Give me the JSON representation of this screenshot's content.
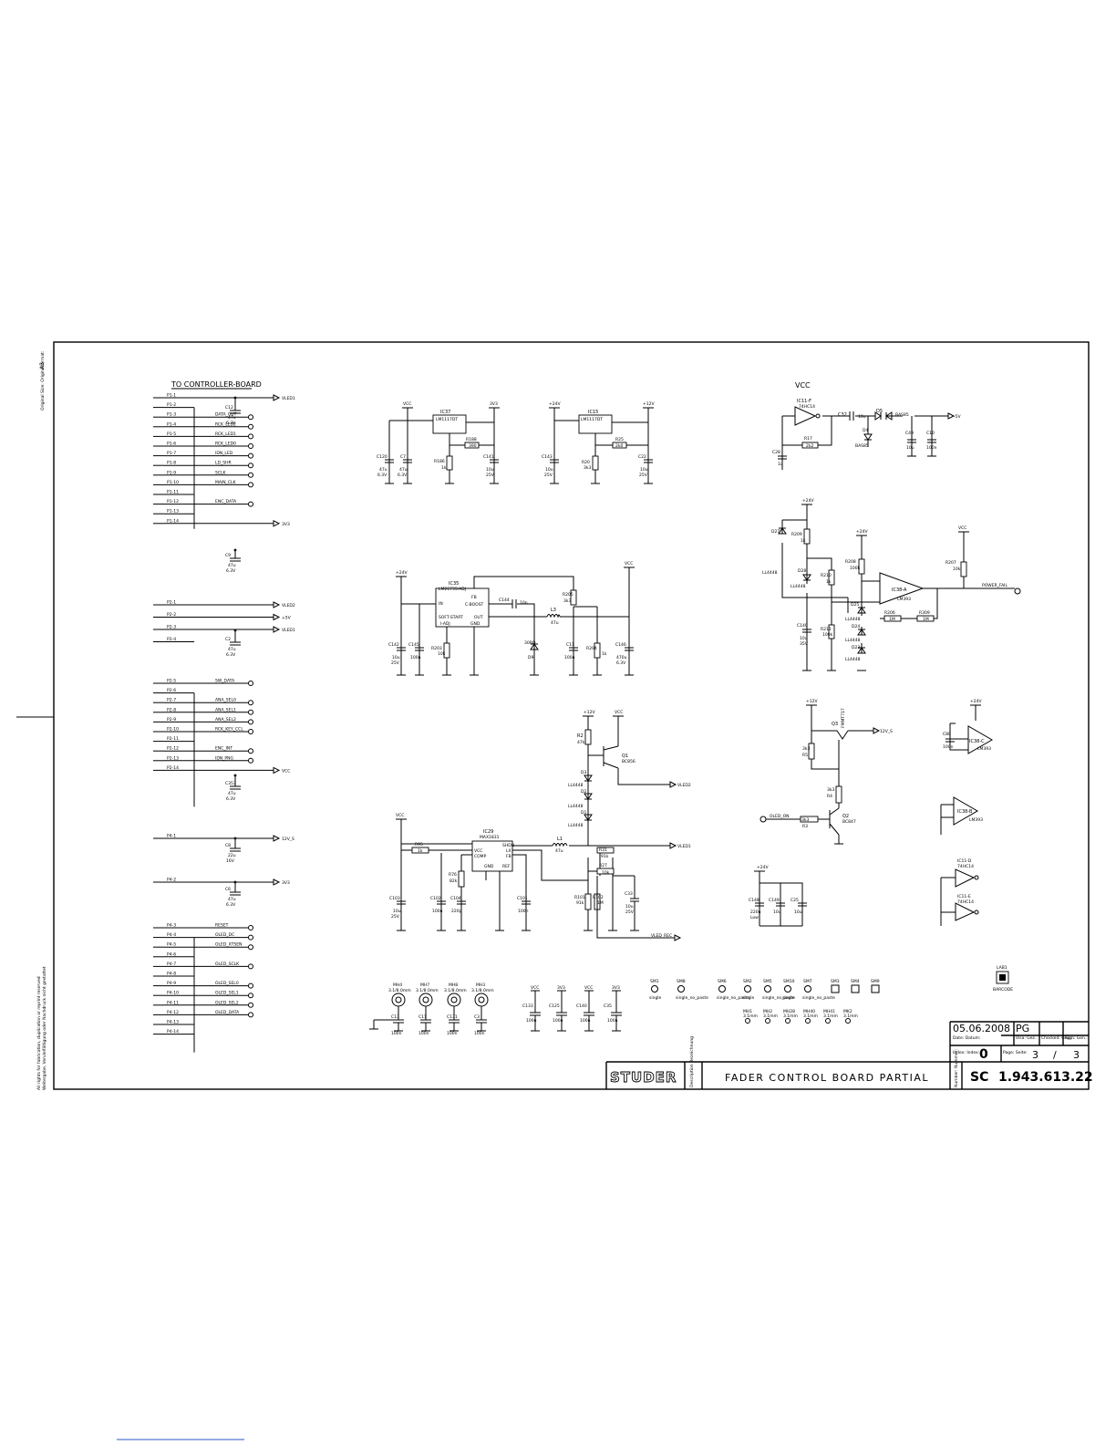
{
  "margin_text": {
    "size_label": "Original Size: Originalformat:",
    "size_value": "A3",
    "rights_1": "All rights for fabrication, duplication or reprint reserved",
    "rights_2": "Weitergabe, Vervielfältigung oder Nachdruck nicht gestattet"
  },
  "sections": {
    "io_header": "TO CONTROLLER-BOARD",
    "vcc_header": "VCC"
  },
  "connector_p1": [
    {
      "pin": "P1-1",
      "net": "VLED1"
    },
    {
      "pin": "P1-2",
      "net": ""
    },
    {
      "pin": "P1-3",
      "net": "DATA_OUT"
    },
    {
      "pin": "P1-4",
      "net": "RCK_LED2"
    },
    {
      "pin": "P1-5",
      "net": "RCK_LED1"
    },
    {
      "pin": "P1-6",
      "net": "RCK_LED0"
    },
    {
      "pin": "P1-7",
      "net": "IDN_LED"
    },
    {
      "pin": "P1-8",
      "net": "LD_SHR"
    },
    {
      "pin": "P1-9",
      "net": "SCLK"
    },
    {
      "pin": "P1-10",
      "net": "MAIN_CLK"
    },
    {
      "pin": "P1-11",
      "net": ""
    },
    {
      "pin": "P1-12",
      "net": "ENC_DATA"
    },
    {
      "pin": "P1-13",
      "net": ""
    },
    {
      "pin": "P1-14",
      "net": "3V3"
    }
  ],
  "connector_p2a": [
    {
      "pin": "P2-1",
      "net": "VLED2"
    },
    {
      "pin": "P2-2",
      "net": "+5V"
    },
    {
      "pin": "P2-3",
      "net": "VLED1"
    },
    {
      "pin": "P2-4",
      "net": ""
    }
  ],
  "connector_p2b": [
    {
      "pin": "P2-5",
      "net": "SW_DATA"
    },
    {
      "pin": "P2-6",
      "net": ""
    },
    {
      "pin": "P2-7",
      "net": "ANA_SEL0"
    },
    {
      "pin": "P2-8",
      "net": "ANA_SEL1"
    },
    {
      "pin": "P2-9",
      "net": "ANA_SEL2"
    },
    {
      "pin": "P2-10",
      "net": "RCK_KEY_CCL"
    },
    {
      "pin": "P2-11",
      "net": ""
    },
    {
      "pin": "P2-12",
      "net": "ENC_INT"
    },
    {
      "pin": "P2-13",
      "net": "IDN_PNG"
    },
    {
      "pin": "P2-14",
      "net": "VCC"
    }
  ],
  "connector_p4a": [
    {
      "pin": "P4-1",
      "net": "12V_S"
    },
    {
      "pin": "P4-2",
      "net": "3V3"
    }
  ],
  "connector_p4b": [
    {
      "pin": "P4-3",
      "net": "RESET"
    },
    {
      "pin": "P4-4",
      "net": "OLED_DC"
    },
    {
      "pin": "P4-5",
      "net": "OLED_XTSEN"
    },
    {
      "pin": "P4-6",
      "net": ""
    },
    {
      "pin": "P4-7",
      "net": "OLED_SCLK"
    },
    {
      "pin": "P4-8",
      "net": ""
    },
    {
      "pin": "P4-9",
      "net": "OLED_SEL0"
    },
    {
      "pin": "P4-10",
      "net": "OLED_SEL1"
    },
    {
      "pin": "P4-11",
      "net": "OLED_SEL2"
    },
    {
      "pin": "P4-12",
      "net": "OLED_DATA"
    },
    {
      "pin": "P4-13",
      "net": ""
    },
    {
      "pin": "P4-14",
      "net": ""
    }
  ],
  "left_caps": [
    {
      "ref": "C12",
      "value": "47u",
      "rating": "6.3V"
    },
    {
      "ref": "C9",
      "value": "47u",
      "rating": "6.3V"
    },
    {
      "ref": "C2",
      "value": "47u",
      "rating": "6.3V"
    },
    {
      "ref": "C353",
      "value": "47u",
      "rating": "6.3V"
    },
    {
      "ref": "C8",
      "value": "22u",
      "rating": "16V"
    },
    {
      "ref": "C6",
      "value": "47u",
      "rating": "6.3V"
    }
  ],
  "regulators": {
    "ic37": {
      "ref": "IC37",
      "part": "LM1117DT",
      "in_net": "VCC",
      "out_net": "3V3",
      "r_top": "R188",
      "r_top_val": "390",
      "r_bot": "R186",
      "r_bot_val": "1k",
      "cin": "C120",
      "cin_val": "47u",
      "cin_v": "6.3V",
      "cmid": "C7",
      "cmid_val": "47u",
      "cmid_v": "6.3V",
      "cout": "C141",
      "cout_val": "10u",
      "cout_v": "25V"
    },
    "ic15": {
      "ref": "IC15",
      "part": "LM1117DT",
      "in_net": "+24V",
      "out_net": "+12V",
      "r_top": "R25",
      "r_top_val": "2k0",
      "r_bot": "R20",
      "r_bot_val": "3k3",
      "cin": "C143",
      "cin_val": "10u",
      "cin_v": "25V",
      "cout": "C22",
      "cout_val": "10u",
      "cout_v": "25V"
    }
  },
  "buck": {
    "ref": "IC35",
    "part": "LM2673S-ADJ",
    "in_net": "+24V",
    "out_net": "VCC",
    "pins": [
      "FB",
      "C-BOOST",
      "SOFT-START",
      "OUT",
      "I-ADJ",
      "GND",
      "IN"
    ],
    "c_boost": "C144",
    "c_boost_val": "10n",
    "inductor": "L3",
    "inductor_val": "47u",
    "r_fb_top": "R205",
    "r_fb_top_val": "3k3",
    "r_fb_bot": "R204",
    "r_fb_bot_val": "1k",
    "r_adj": "R203",
    "r_adj_val": "10k",
    "diode": "D9",
    "diode_part": "30BQ",
    "cin": "C142",
    "cin_val": "10u",
    "cin_v": "25V",
    "cin2": "C145",
    "cin2_val": "100n",
    "c_out": "C11",
    "c_out_val": "100n",
    "c_out2": "C146",
    "c_out2_val": "470u",
    "c_out2_v": "6.3V"
  },
  "vled": {
    "supply": "+12V",
    "vcc": "VCC",
    "r2": "R2",
    "r2_val": "47k",
    "q1": "Q1",
    "q1_part": "BC856",
    "out": "VLED2",
    "diodes": [
      {
        "ref": "D3",
        "part": "LL4448"
      },
      {
        "ref": "D2",
        "part": "LL4448"
      },
      {
        "ref": "D1",
        "part": "LL4448"
      }
    ],
    "ic": "IC29",
    "ic_part": "MAX1831",
    "l1": "L1",
    "l1_val": "47u",
    "r95": "R95",
    "r95_val": "1k",
    "r76": "R76",
    "r76_val": "82k",
    "r_out1": "R31",
    "r_out1_val": "91k",
    "r_out2": "R27",
    "r_out2_val": "10k",
    "r101": "R101",
    "r101_val": "91k",
    "r102": "R102",
    "r102_val": "1M",
    "c103": "C103",
    "c103_val": "10u",
    "c103_v": "25V",
    "c102": "C102",
    "c102_val": "100n",
    "c104": "C104",
    "c104_val": "220p",
    "c101": "C101",
    "c101_val": "100n",
    "c33": "C33",
    "c33_val": "10u",
    "c33_v": "25V",
    "out1": "VLED1",
    "rec": "VLED_REC",
    "ic_pins": [
      "SHDN",
      "LX",
      "REF",
      "FB",
      "GND",
      "VCC",
      "COMP"
    ]
  },
  "vcc_block": {
    "ic": "IC11-F",
    "ic_part": "74HC14",
    "c32": "C32",
    "c32_val": "10u",
    "d5": "D5",
    "d5_part": "BAS85",
    "d4": "D4",
    "d4_part": "BAS85",
    "r17": "R17",
    "r17_val": "2k2",
    "c28": "C28",
    "c28_val": "1u",
    "c49": "C49",
    "c49_val": "10u",
    "c10": "C10",
    "c10_val": "100n",
    "out": "-5V",
    "d_label": "BAS85"
  },
  "power_fail": {
    "supply": "+24V",
    "vcc": "VCC",
    "r209": "R209",
    "r209_val": "1k",
    "r208": "R208",
    "r208_val": "100k",
    "r207": "R207",
    "r207_val": "10k",
    "r210": "R210",
    "r210_val": "1k",
    "r211": "R211",
    "r211_val": "100k",
    "r206": "R206",
    "r206_val": "1M",
    "r309": "R309",
    "r309_val": "1M",
    "d27": "D27",
    "d28": "D28",
    "d25": "D25",
    "d24": "D24",
    "d23": "D23",
    "diode_part": "LL4448",
    "c140": "C140",
    "c140_val": "10u",
    "c140_v": "35V",
    "ic": "IC38-A",
    "ic_part": "LM393",
    "out": "POWER_FAIL"
  },
  "switch_12v": {
    "supply": "+12V",
    "q3": "Q3",
    "q3_part": "FMMT717",
    "out": "12V_S",
    "r5": "R5",
    "r5_val": "3k3",
    "r4": "R4",
    "r4_val": "3k3",
    "r3": "R3",
    "r3_val": "3k3",
    "q2": "Q2",
    "q2_part": "BC847",
    "ctl": "OLED_ON"
  },
  "spare_gates": [
    {
      "ref": "IC38-C",
      "part": "LM393",
      "extra": "+24V",
      "cap": "C80",
      "cap_val": "100n"
    },
    {
      "ref": "IC38-B",
      "part": "LM393"
    },
    {
      "ref": "IC11-D",
      "part": "74HC14"
    },
    {
      "ref": "IC11-E",
      "part": "74HC14"
    }
  ],
  "decoupling_24v": {
    "net": "+24V",
    "caps": [
      {
        "ref": "C148",
        "val": "220u",
        "v": "Low"
      },
      {
        "ref": "C149",
        "val": "10u"
      },
      {
        "ref": "C25",
        "val": "10u"
      }
    ]
  },
  "mounting_holes": [
    {
      "ref": "MH4",
      "size": "3.1/8.0mm"
    },
    {
      "ref": "MH7",
      "size": "3.1/8.0mm"
    },
    {
      "ref": "MH8",
      "size": "3.1/8.0mm"
    },
    {
      "ref": "MH3",
      "size": "3.1/8.0mm"
    }
  ],
  "hole_caps": [
    {
      "ref": "C13",
      "val": "100n"
    },
    {
      "ref": "C11",
      "val": "100n"
    },
    {
      "ref": "C131",
      "val": "100n"
    },
    {
      "ref": "C3",
      "val": "100n"
    }
  ],
  "bottom_caps": [
    {
      "net": "VCC",
      "ref": "C133",
      "val": "100n"
    },
    {
      "net": "3V3",
      "ref": "C125",
      "val": "100n"
    },
    {
      "net": "VCC",
      "ref": "C140",
      "val": "100n"
    },
    {
      "net": "3V3",
      "ref": "C35",
      "val": "100n"
    }
  ],
  "shields": [
    {
      "ref": "SM1",
      "note": "single"
    },
    {
      "ref": "SM8",
      "note": "single_no_paste"
    },
    {
      "ref": "SM6",
      "note": "single_no_paste"
    },
    {
      "ref": "SM2",
      "note": "single"
    },
    {
      "ref": "SM5",
      "note": "single_no_paste"
    },
    {
      "ref": "SM10",
      "note": "single"
    },
    {
      "ref": "SM7",
      "note": "single_no_paste"
    },
    {
      "ref": "SM3",
      "note": ""
    },
    {
      "ref": "SM4",
      "note": ""
    },
    {
      "ref": "SM9",
      "note": ""
    }
  ],
  "fiducials": [
    {
      "ref": "MH1",
      "note": "3.1mm"
    },
    {
      "ref": "MH2",
      "note": "3.1mm"
    },
    {
      "ref": "MH28",
      "note": "3.1mm"
    },
    {
      "ref": "MH40",
      "note": "3.1mm"
    },
    {
      "ref": "MH41",
      "note": "3.1mm"
    },
    {
      "ref": "MK2",
      "note": "3.1mm"
    }
  ],
  "barcode": {
    "ref": "LAB1",
    "label": "BARCODE"
  },
  "title_block": {
    "date": "05.06.2008",
    "drawn": "PG",
    "date_label": "Date: Datum:",
    "drawn_label": "Visa: Gez.:",
    "checked_label": "Checked: Gepr.:",
    "approved_label": "Sign: Gen.:",
    "index_label": "Index: Index:",
    "index": "0",
    "page_label": "Page: Seite:",
    "page": "3",
    "page_sep": "/",
    "page_total": "3",
    "company": "STUDER",
    "desc_label": "Description Bezeichnung",
    "title": "FADER CONTROL BOARD PARTIAL",
    "number_label": "Number: Nummer:",
    "doc_type": "SC",
    "doc_number": "1.943.613.22"
  }
}
